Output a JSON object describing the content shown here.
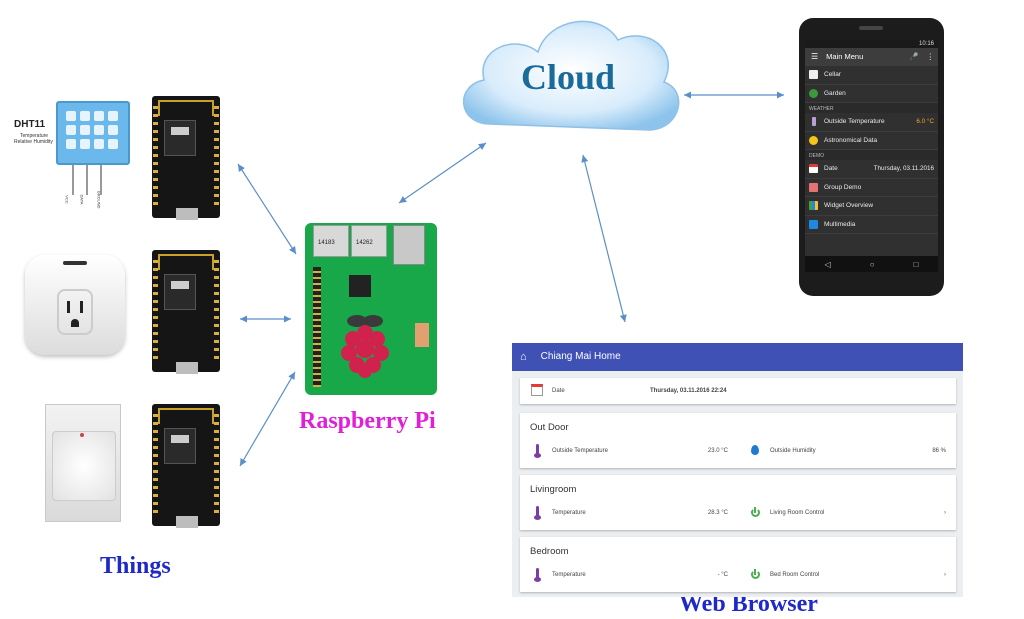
{
  "labels": {
    "things": "Things",
    "raspberry_pi": "Raspberry Pi",
    "web_browser": "Web Browser",
    "cloud": "Cloud"
  },
  "dht11": {
    "title": "DHT11",
    "subtitle1": "Temperature",
    "subtitle2": "Relative Humidity",
    "pins": [
      "VCC",
      "DATA",
      "GROUND"
    ]
  },
  "rpi_chips": [
    "14183",
    "14262"
  ],
  "phone": {
    "status_time": "10:16",
    "title": "Main Menu",
    "items_top": [
      {
        "label": "Cellar",
        "icon": "cellar-icon"
      },
      {
        "label": "Garden",
        "icon": "garden-icon"
      }
    ],
    "section_weather": "WEATHER",
    "weather_items": [
      {
        "label": "Outside Temperature",
        "value": "6.0 °C",
        "icon": "thermometer-icon"
      },
      {
        "label": "Astronomical Data",
        "value": "",
        "icon": "sun-icon"
      }
    ],
    "section_demo": "DEMO",
    "demo_items": [
      {
        "label": "Date",
        "value": "Thursday, 03.11.2016",
        "icon": "calendar-icon"
      },
      {
        "label": "Group Demo",
        "value": "",
        "icon": "house-icon"
      },
      {
        "label": "Widget Overview",
        "value": "",
        "icon": "widget-icon"
      },
      {
        "label": "Multimedia",
        "value": "",
        "icon": "multimedia-icon"
      }
    ]
  },
  "web": {
    "title": "Chiang Mai Home",
    "date_label": "Date",
    "date_value": "Thursday, 03.11.2016 22:24",
    "outdoor": {
      "title": "Out Door",
      "temp_label": "Outside Temperature",
      "temp_value": "23.0 °C",
      "hum_label": "Outside Humidity",
      "hum_value": "86 %"
    },
    "living": {
      "title": "Livingroom",
      "temp_label": "Temperature",
      "temp_value": "28.3 °C",
      "control_label": "Living Room Control"
    },
    "bedroom": {
      "title": "Bedroom",
      "temp_label": "Temperature",
      "temp_value": "- °C",
      "control_label": "Bed Room Control"
    }
  },
  "colors": {
    "things_label": "#1f28c8",
    "rpi_label": "#e020d8",
    "arrow": "#5b8fc9",
    "web_header": "#3f51b5"
  }
}
